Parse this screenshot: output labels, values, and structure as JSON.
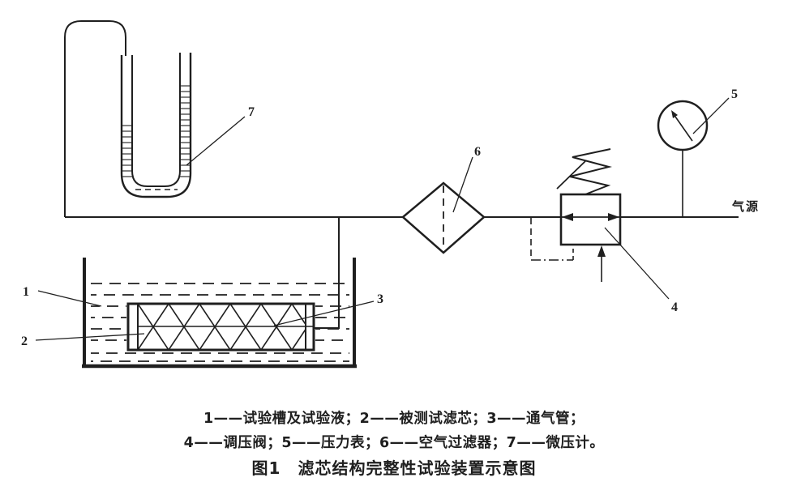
{
  "colors": {
    "ink": "#1f1f1f",
    "paper": "#ffffff"
  },
  "diagram": {
    "air_source_label": "气源",
    "callouts": [
      {
        "number": "1",
        "part": "试验槽及试验液"
      },
      {
        "number": "2",
        "part": "被测试滤芯"
      },
      {
        "number": "3",
        "part": "通气管"
      },
      {
        "number": "4",
        "part": "调压阀"
      },
      {
        "number": "5",
        "part": "压力表"
      },
      {
        "number": "6",
        "part": "空气过滤器"
      },
      {
        "number": "7",
        "part": "微压计"
      }
    ]
  },
  "legend": {
    "lines": [
      "1——试验槽及试验液；2——被测试滤芯；3——通气管；",
      "4——调压阀；5——压力表；6——空气过滤器；7——微压计。"
    ]
  },
  "caption": "图1　滤芯结构完整性试验装置示意图"
}
